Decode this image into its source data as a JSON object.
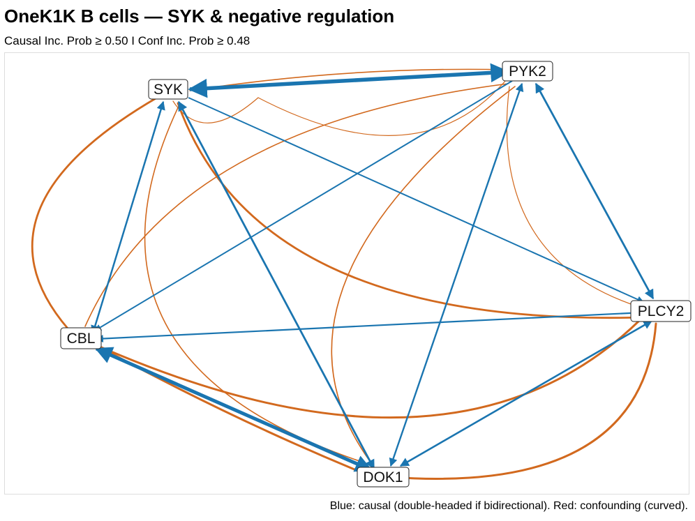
{
  "title": "OneK1K B cells — SYK & negative regulation",
  "subtitle": "Causal Inc. Prob ≥ 0.50   I   Conf Inc. Prob ≥ 0.48",
  "caption": "Blue: causal (double-headed if bidirectional). Red: confounding (curved).",
  "colors": {
    "causal": "#1a75b0",
    "confounding": "#d2691e"
  },
  "nodes": [
    {
      "id": "SYK",
      "label": "SYK"
    },
    {
      "id": "PYK2",
      "label": "PYK2"
    },
    {
      "id": "PLCY2",
      "label": "PLCY2"
    },
    {
      "id": "CBL",
      "label": "CBL"
    },
    {
      "id": "DOK1",
      "label": "DOK1"
    }
  ],
  "causal_edges": [
    {
      "from": "SYK",
      "to": "PYK2",
      "bidirectional": true
    },
    {
      "from": "CBL",
      "to": "SYK",
      "bidirectional": true
    },
    {
      "from": "SYK",
      "to": "DOK1",
      "bidirectional": true
    },
    {
      "from": "SYK",
      "to": "PLCY2",
      "bidirectional": false
    },
    {
      "from": "PYK2",
      "to": "CBL",
      "bidirectional": false
    },
    {
      "from": "PYK2",
      "to": "DOK1",
      "bidirectional": true
    },
    {
      "from": "PYK2",
      "to": "PLCY2",
      "bidirectional": true
    },
    {
      "from": "PLCY2",
      "to": "CBL",
      "bidirectional": false
    },
    {
      "from": "CBL",
      "to": "DOK1",
      "bidirectional": true
    },
    {
      "from": "DOK1",
      "to": "PLCY2",
      "bidirectional": true
    }
  ],
  "confounding_edges": [
    {
      "a": "SYK",
      "b": "PYK2"
    },
    {
      "a": "SYK",
      "b": "CBL"
    },
    {
      "a": "SYK",
      "b": "PLCY2"
    },
    {
      "a": "SYK",
      "b": "DOK1"
    },
    {
      "a": "PYK2",
      "b": "CBL"
    },
    {
      "a": "PYK2",
      "b": "DOK1"
    },
    {
      "a": "PYK2",
      "b": "PLCY2"
    },
    {
      "a": "PLCY2",
      "b": "CBL"
    },
    {
      "a": "PLCY2",
      "b": "DOK1"
    },
    {
      "a": "CBL",
      "b": "DOK1"
    },
    {
      "a": "SYK",
      "b": "CBL"
    }
  ]
}
